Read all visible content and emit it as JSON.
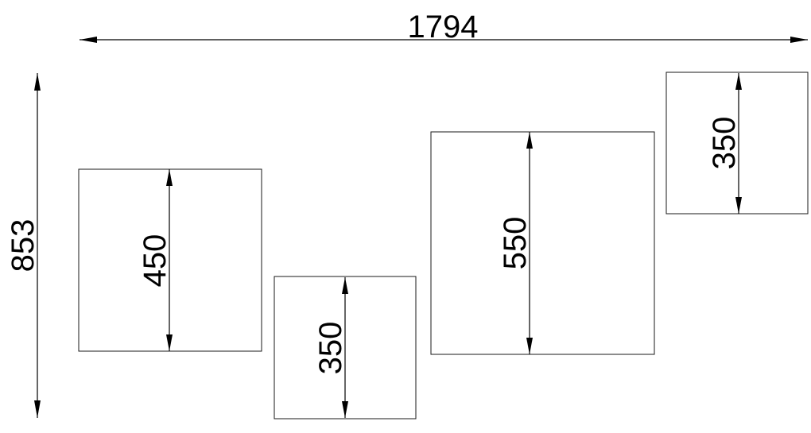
{
  "overall": {
    "width_label": "1794",
    "height_label": "853"
  },
  "panels": [
    {
      "id": "panel-1",
      "height_label": "450"
    },
    {
      "id": "panel-2",
      "height_label": "350"
    },
    {
      "id": "panel-3",
      "height_label": "550"
    },
    {
      "id": "panel-4",
      "height_label": "350"
    }
  ]
}
